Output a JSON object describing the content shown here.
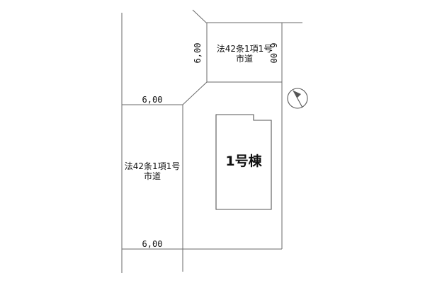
{
  "north_road": {
    "type_label": "法42条1項1号",
    "name_label": "市道",
    "width_left": "6,00",
    "width_right": "6,00"
  },
  "west_road": {
    "type_label": "法42条1項1号",
    "name_label": "市道",
    "width_top": "6,00",
    "width_bottom": "6,00"
  },
  "building": {
    "label": "1号棟"
  },
  "north_arrow": {
    "icon": "north-arrow-icon"
  }
}
